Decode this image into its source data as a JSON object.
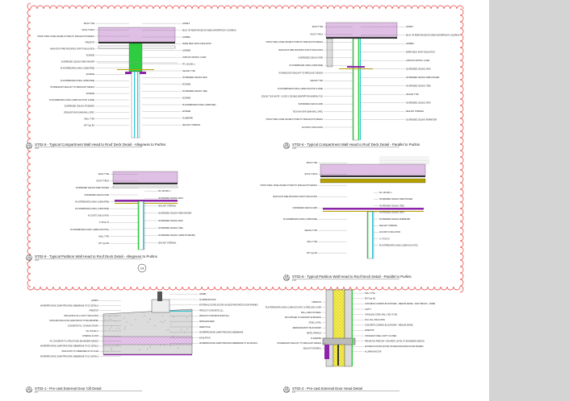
{
  "sheet": {
    "cloud_tag": "14",
    "colors": {
      "cloud": "#e53935",
      "insulation": "#e9c7ef",
      "steel_green": "#2ecc40",
      "purple": "#8e24aa",
      "cyan": "#26c6da",
      "olive": "#b5a100",
      "yellow": "#f5ec48",
      "concrete": "#dcdcdc"
    },
    "details": [
      {
        "id": "d15",
        "num": "15",
        "title": "ST02-5 - Typical Compartment Wall Head to Roof Deck Detail - Allegness to Purlins",
        "scale": "1:10",
        "tag": "ZFRB",
        "kind": "comp-across"
      },
      {
        "id": "d16",
        "num": "16",
        "title": "ST02-6 - Typical Compartment Wall Head to Roof Deck Detail - Parallel to Purlins",
        "scale": "1:10",
        "tag": "ZFRB",
        "kind": "comp-parallel"
      },
      {
        "id": "d12",
        "num": "12",
        "title": "ST02-5 - Typical Partition Wall Head to Roof Deck Detail - Allegness to Purlins",
        "scale": "1:10",
        "tag": "ZFRB",
        "kind": "part-across"
      },
      {
        "id": "d14",
        "num": "14",
        "title": "ST02-6 - Typical Partition Wall Head to Roof Deck Detail - Parallel to Purlins",
        "scale": "1:10",
        "tag": "ZFRB",
        "kind": "part-parallel"
      },
      {
        "id": "d11",
        "num": "11",
        "title": "ST02-1 - Pre-cast External Door Cill Detail",
        "scale": "1:5",
        "tag": "ZFRB",
        "kind": "cill"
      },
      {
        "id": "d10",
        "num": "10",
        "title": "ST02-2 - Pre-cast External Door Head Detail",
        "scale": "1:5",
        "tag": "ZFRB",
        "kind": "head"
      }
    ],
    "notes": {
      "d15_left": [
        "ROOF TYPE",
        "ROOF TYPE B",
        "STRUCTURAL STEEL FRAME SYSTEM TO SPECIALISTS DESIGN",
        "FIRESTOP",
        "MAIN ROOF FIRE PROOFING SOFFIT INSULATION",
        "ECN/ENE",
        "SUSPENDED CEILING WIRE HANGER",
        "PLASTERBOARD LINING (1/3MM FIRE)",
        "ECN/ENE",
        "PLASTERBOARD LINING (1/3MM FIRE)",
        "INTUMESCENT SEALANT TO SPECIALIST DESIGN",
        "ECN/ENE",
        "PLASTERBOARD LINING (12MM ACOUSTIC & FIRE)",
        "SUSPENDED CEILING STANDARD",
        "RESILIENT BAR 16MM WALL SPEC",
        "WALL TYPE",
        "WF Type BS"
      ],
      "d15_right": [
        "LW/DB 6",
        "BUILT UP REINFORCED BITUMEN WATERPROOF COVERING",
        "LW/DB6A",
        "WARM DECK ROOF INSULATION",
        "LW/DB6B",
        "VAPOUR CONTROL LAYER",
        "FFL 150,000 m",
        "CEILING TYPE",
        "SUSPENDED CEILING GRID",
        "ECN/ENE",
        "SUSPENDED CEILING (TEE)",
        "ECN/ENE",
        "PLASTERBOARD LINING (12MM FIRE)",
        "ECN/ENE",
        "FLAMEFIRE",
        "SEALANT INTERNAL"
      ],
      "d16_left": [
        "ROOF TYPE",
        "ROOF TYPE B",
        "STRUCTURAL STEEL FRAME SYSTEM TO SPECIALISTS DESIGN",
        "MAIN ROOF FIRE PROOFING SOFFIT INSULATION",
        "SUSPENDED CEILING GRID",
        "PLASTERBOARD LINING (12MM FIRE)",
        "INTUMESCENT SEALANT TO SPECIALIST DESIGN",
        "CEILING TYPE",
        "PLASTERBOARD LINING (12MM ACOUSTIC & FIRE)",
        "CEILING TILE WHITE - CLOSE 1 DOUBLE ABSORPTION MINERAL TILE",
        "SUSPENDED CEILING GRID",
        "TECH BAY BAR 16MM WALL SPEC",
        "STRUCTURAL STEEL FRAME SYSTEM TO SPECIALISTS DESIGN",
        "ACOUSTIC INSULATION"
      ],
      "d16_right": [
        "LW/DB 6",
        "BUILT UP REINFORCED BITUMEN WATERPROOF COVERING",
        "LW/DB6A",
        "WARM DECK ROOF INSULATION",
        "VAPOUR CONTROL LAYER",
        "SUSPENDED CEILING GRID",
        "SUSPENDED CEILING WIRE HANGER",
        "SUSPENDED CEILING (TEE)",
        "CEILING TYPE",
        "SUSPENDED CEILING GRID",
        "SEALANT INTERNAL",
        "SUSPENDED CEILING PERIMETER"
      ],
      "d12_left": [
        "ROOF TYPE",
        "ROOF TYPE B",
        "SUSPENDED CEILING WIRE HANGER",
        "SUSPENDED CEILING GRID",
        "PLASTERBOARD LINING (1/3MM FIRE)",
        "PLASTERBOARD LINING (1/3MM FIRE)",
        "ACOUSTIC INSULATION",
        "'C' STUD 70",
        "PLASTERBOARD LINING (12MM ACOUSTIC)",
        "WALL TYPE",
        "WF Type BS"
      ],
      "d12_right": [
        "FFL 150,000 m",
        "SUSPENDED CEILING GRID",
        "SEALANT INTERNAL",
        "SUSPENDED CEILING WIRE HANGER",
        "SUSPENDED CEILING GRID",
        "SUSPENDED CEILING (TEE)",
        "SUSPENDED CEILING (12MM STANDARD)",
        "SEALANT INTERNAL"
      ],
      "d14_left": [
        "ROOF TYPE",
        "ROOF TYPE B",
        "STRUCTURAL STEEL FRAME SYSTEM TO SPECIALISTS DESIGN",
        "MAIN ROOF FIRE PROOFING SOFFIT INSULATION",
        "SUSPENDED CEILING GRID",
        "PLASTERBOARD LINING (1/3MM FIRE)",
        "CEILING TYPE",
        "WALL TYPE",
        "WF Type BS"
      ],
      "d14_right": [
        "FFL 150,000 m",
        "SUSPENDED CEILING WIRE HANGER",
        "SUSPENDED CEILING (TEE)",
        "SUSPENDED CEILING GRID",
        "SUSPENDED CEILING PERIMETER",
        "SEALANT INTERNAL",
        "ACOUSTIC INSULATION",
        "'C' STUD 70",
        "PLASTERBOARD LINING (12MM ACOUSTIC)"
      ],
      "d11_left": [
        "LW/DB 6",
        "WATERPROOFING DAMP PROOFING MEMBRANE TO DC DETAILS",
        "FIRESTOP",
        "INSULATION FULL CAVITY INSULATION",
        "DPM AND INSULATION DAMP PROOF TO BE WRAPPED",
        "CONCRETE FILL TO BASE OR DPC",
        "FFL 150,000 m",
        "INTERNAL FLOOR",
        "RC CONCRETE TO STRUCTURAL ENGINEERS DESIGN",
        "WATERPROOFING DAMP PROOFING MEMBRANE TO DC DETAILS",
        "INSULATION TO UNDERSIDE OF RC SLAB",
        "WATERPROOFING DAMP PROOFING MEMBRANE TO DC DETAILS"
      ],
      "d11_right": [
        "LW/DB6",
        "ALUMINIUM DOOR",
        "EXTERNAL DOORS (DOOR) HOUSED FIRE RATED DOOR FRAMES",
        "PRECAST CONCRETE CILL",
        "PRECAST CONCRETE DOOR SILL",
        "WEPS-ENCASED",
        "WEEP HOLE",
        "WATERPROOFING DAMP PROOFING MEMBRANE",
        "INSULATION",
        "WATERPROOFING DAMP PROOFING MEMBRANE TO DC DETAILS"
      ],
      "d10_left": [
        "FIRESTOP",
        "PLASTERBOARD LINING (12MM ACOUSTIC & FIRE) 2ND LAYER",
        "WALL LINED CHANNEL",
        "BOX APPLIED TO MASONRY EXPANSION",
        "STEEL LINTEL",
        "MEDIUM DENSITY BLOCKWORK",
        "METAL PROFILE",
        "FLAMEFIRE",
        "INTUMESCENT SEALANT TO SPECIALIST DESIGN",
        "SEALANT INTERNAL"
      ],
      "d10_right": [
        "WALL TYPE",
        "EW Type BS",
        "CONCRETE COMMON BLOCKWORK - MEDIUM DENSE - FAIRY BRICKS - 100MM",
        "CAVITY",
        "STAINLESS STEEL WALL TIES TO BS",
        "FULL FILL INSULATION",
        "CONCRETE COMMON BLOCKWORK - MEDIUM DENSE",
        "FIRESTOP",
        "STAINLESS STEEL CAVITY CLOSER",
        "PRE-BATCH PRECAST CONCRETE LINTEL TO ENGINEERS DESIGN",
        "EXTERNAL DOORS (DOOR) HOUSED FIRE RATED DOOR FRAMES",
        "ALUMINIUM DOOR"
      ]
    }
  }
}
